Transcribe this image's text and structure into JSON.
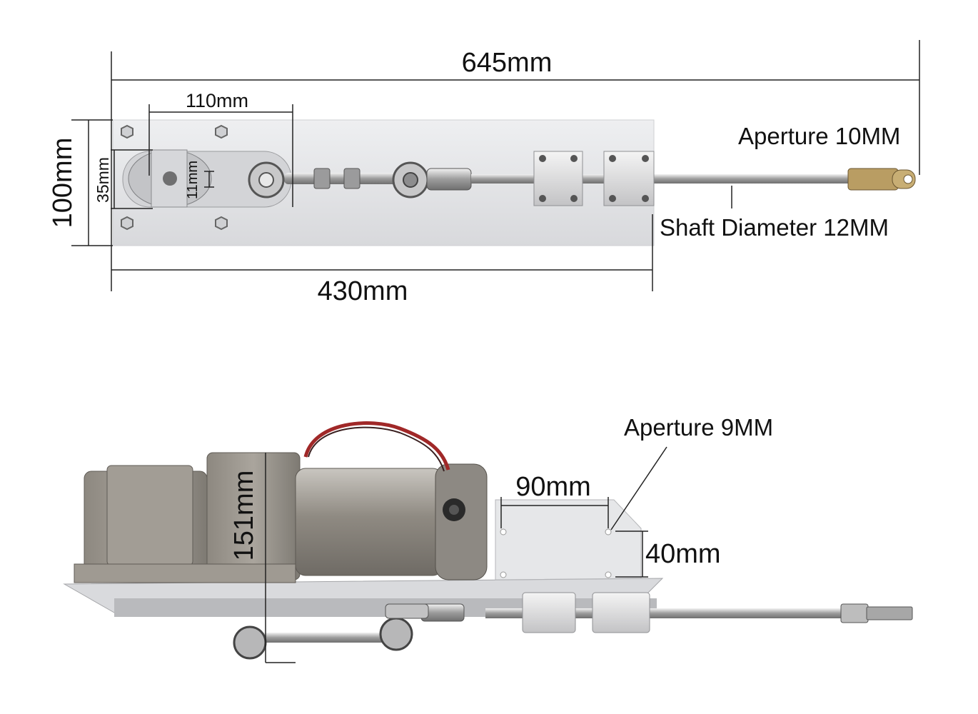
{
  "top_view": {
    "overall_length": "645mm",
    "slot_length": "110mm",
    "plate_height": "100mm",
    "slot_width": "35mm",
    "slot_depth": "11mm",
    "plate_length": "430mm",
    "rod_end_aperture": "Aperture 10MM",
    "shaft_diameter": "Shaft Diameter 12MM"
  },
  "side_view": {
    "mount_aperture": "Aperture 9MM",
    "hole_spacing": "90mm",
    "bracket_height": "40mm",
    "overall_height": "151mm"
  },
  "colors": {
    "plate": "#e4e5e7",
    "metal": "#b4b4b6",
    "motor": "#9a958d",
    "wire_red": "#a02828",
    "line": "#222222"
  }
}
